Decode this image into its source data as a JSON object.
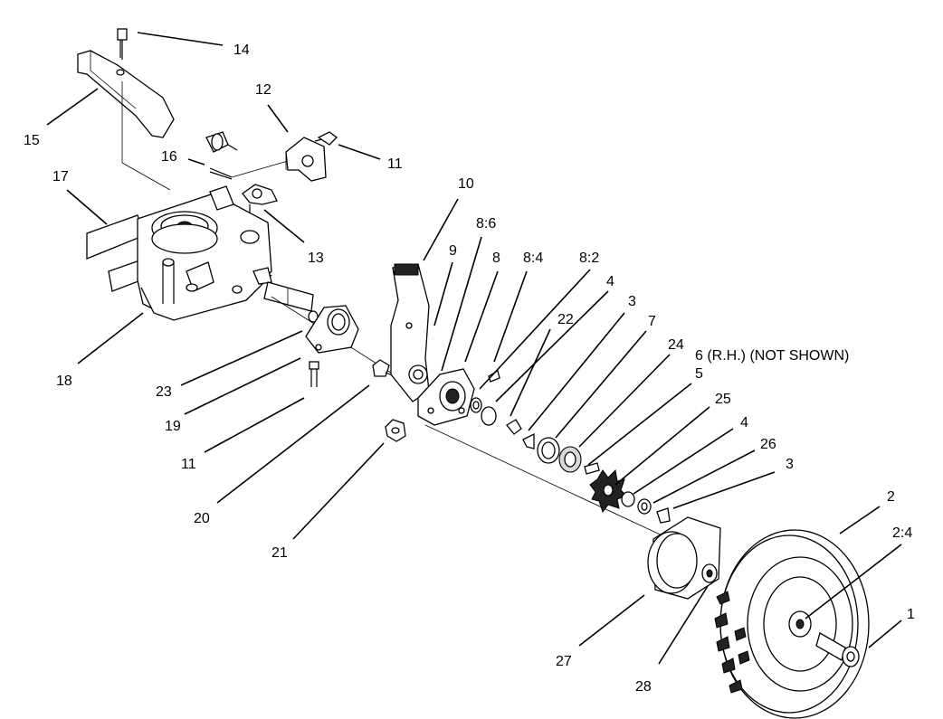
{
  "diagram": {
    "callouts": [
      {
        "id": "14",
        "text": "14"
      },
      {
        "id": "15",
        "text": "15"
      },
      {
        "id": "12",
        "text": "12"
      },
      {
        "id": "11a",
        "text": "11"
      },
      {
        "id": "16",
        "text": "16"
      },
      {
        "id": "17",
        "text": "17"
      },
      {
        "id": "13",
        "text": "13"
      },
      {
        "id": "10",
        "text": "10"
      },
      {
        "id": "9",
        "text": "9"
      },
      {
        "id": "8-6",
        "text": "8:6"
      },
      {
        "id": "8",
        "text": "8"
      },
      {
        "id": "8-4",
        "text": "8:4"
      },
      {
        "id": "8-2",
        "text": "8:2"
      },
      {
        "id": "4a",
        "text": "4"
      },
      {
        "id": "22",
        "text": "22"
      },
      {
        "id": "3a",
        "text": "3"
      },
      {
        "id": "7",
        "text": "7"
      },
      {
        "id": "24",
        "text": "24"
      },
      {
        "id": "6",
        "text": "6 (R.H.) (NOT SHOWN)"
      },
      {
        "id": "5",
        "text": "5"
      },
      {
        "id": "25",
        "text": "25"
      },
      {
        "id": "4b",
        "text": "4"
      },
      {
        "id": "26",
        "text": "26"
      },
      {
        "id": "3b",
        "text": "3"
      },
      {
        "id": "18",
        "text": "18"
      },
      {
        "id": "23",
        "text": "23"
      },
      {
        "id": "19",
        "text": "19"
      },
      {
        "id": "11b",
        "text": "11"
      },
      {
        "id": "20",
        "text": "20"
      },
      {
        "id": "21",
        "text": "21"
      },
      {
        "id": "2",
        "text": "2"
      },
      {
        "id": "2-4",
        "text": "2:4"
      },
      {
        "id": "1",
        "text": "1"
      },
      {
        "id": "27",
        "text": "27"
      },
      {
        "id": "28",
        "text": "28"
      }
    ]
  }
}
